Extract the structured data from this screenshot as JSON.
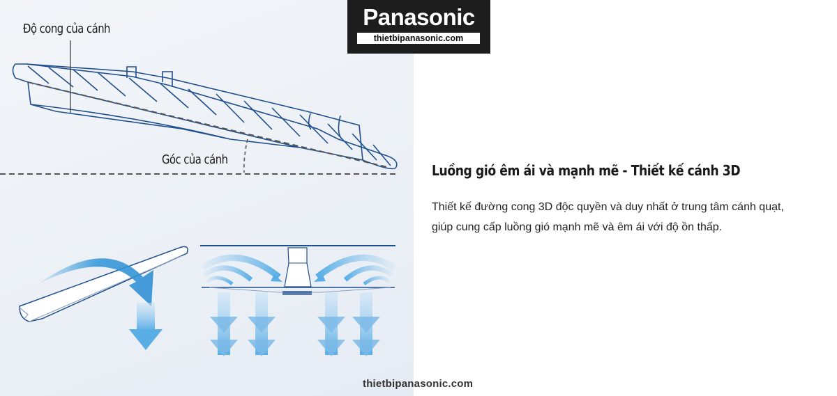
{
  "logo": {
    "brand": "Panasonic",
    "url": "thietbipanasonic.com",
    "background": "#1e1d1e"
  },
  "illustration": {
    "labels": {
      "blade_curvature": "Độ cong của cánh",
      "blade_angle": "Góc của cánh"
    },
    "colors": {
      "line": "#1f4e8c",
      "arrow": "#3a9ad9",
      "arrow_light": "#8cc4ec"
    }
  },
  "content": {
    "heading": "Luồng gió êm ái và mạnh mẽ - Thiết kế cánh 3D",
    "description_line1": "Thiết kế đường cong 3D độc quyền và duy nhất ở trung tâm cánh quạt,",
    "description_line2": "giúp cung cấp luồng gió mạnh mẽ và êm ái với độ ồn thấp."
  },
  "watermark": "thietbipanasonic.com"
}
